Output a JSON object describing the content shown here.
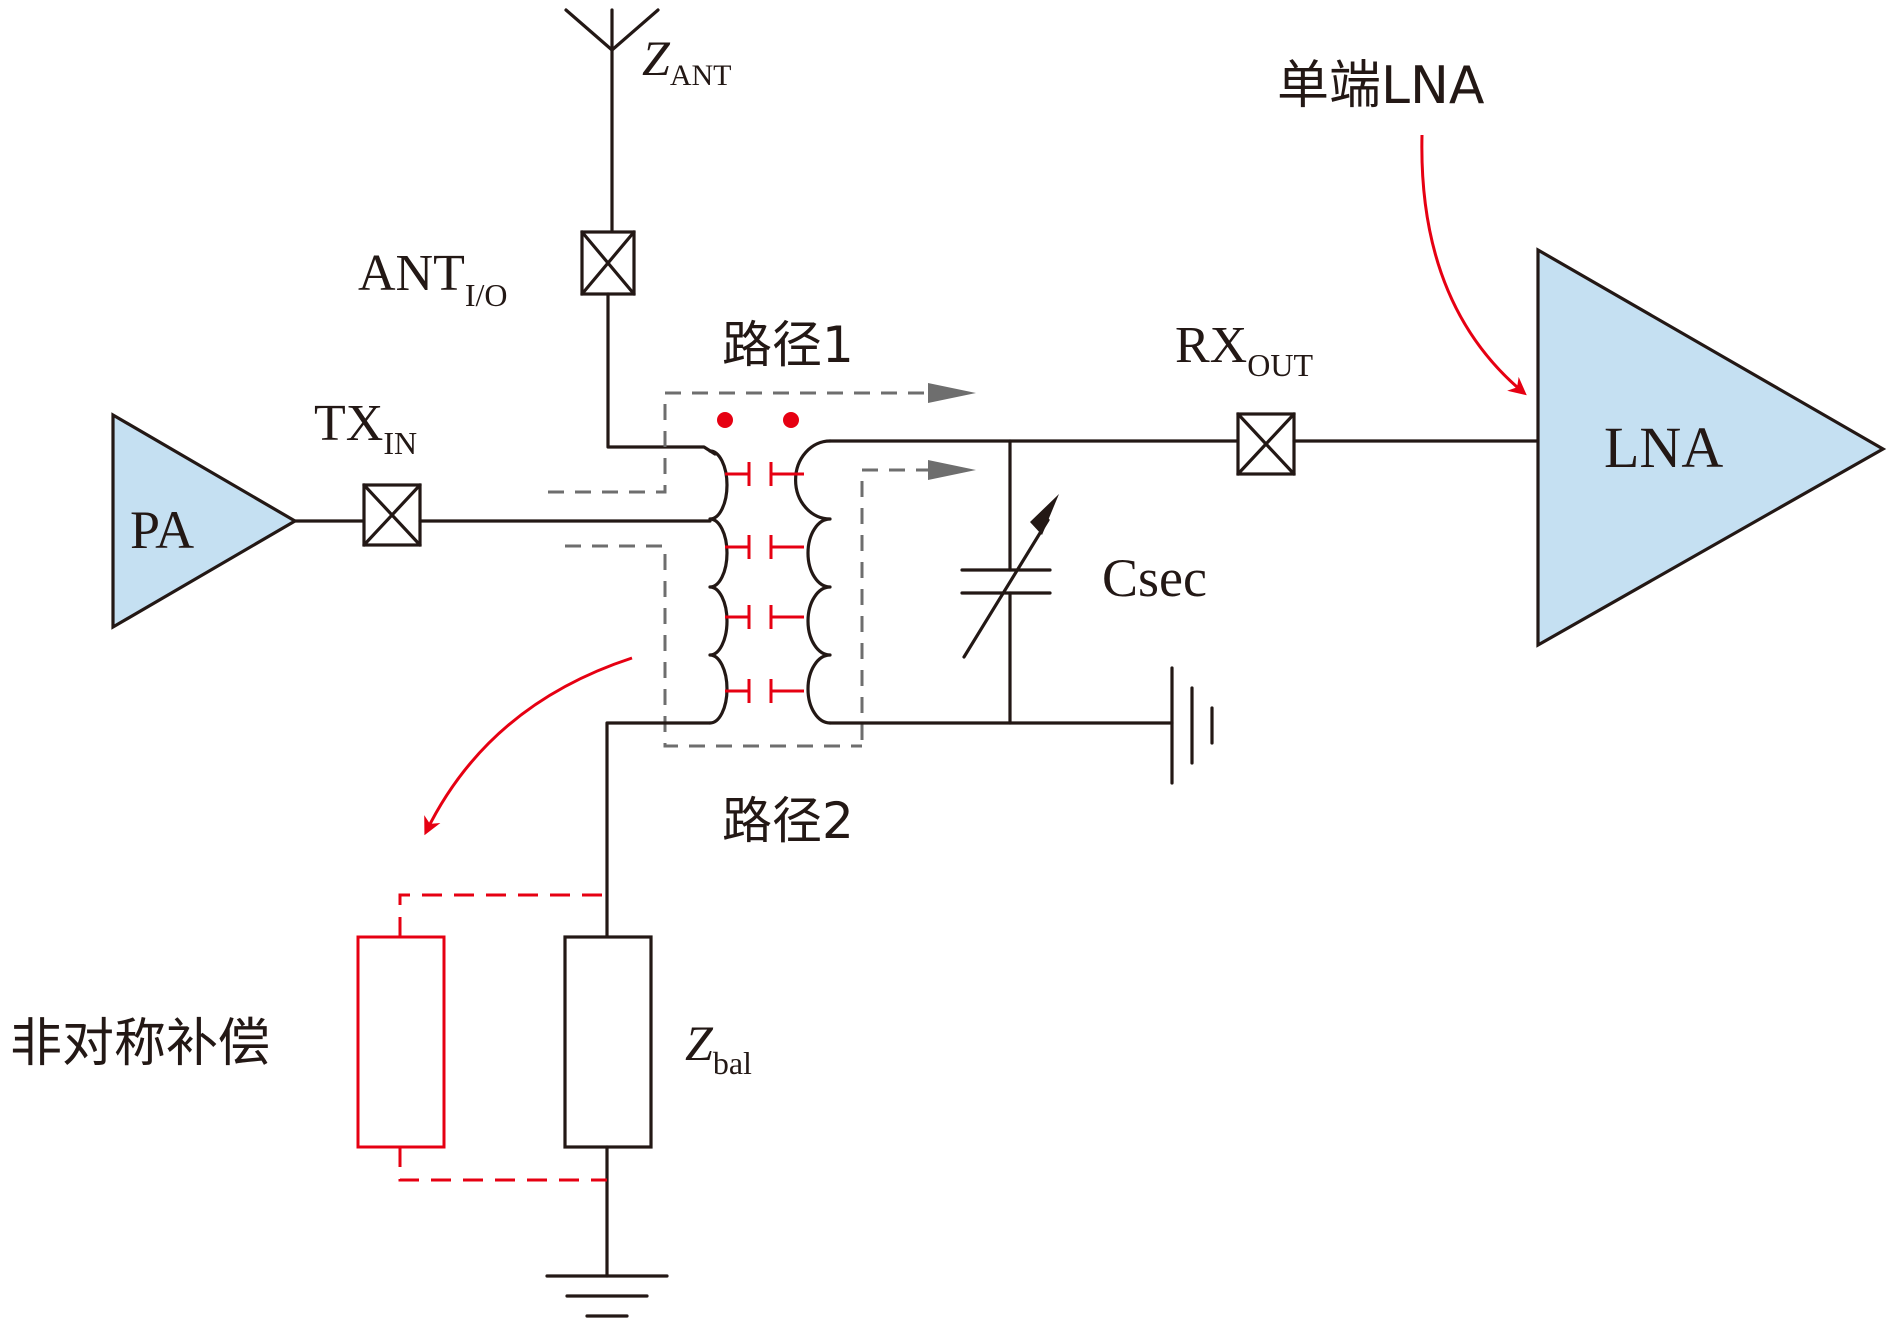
{
  "colors": {
    "wire": "#231815",
    "amp_fill": "#c5e0f2",
    "highlight": "#e60012",
    "path_dash": "#6e6e6e"
  },
  "labels": {
    "z_ant_main": "Z",
    "z_ant_sub": "ANT",
    "ant_io_main": "ANT",
    "ant_io_sub": "I/O",
    "tx_in_main": "TX",
    "tx_in_sub": "IN",
    "rx_out_main": "RX",
    "rx_out_sub": "OUT",
    "path1": "路径1",
    "path2": "路径2",
    "csec": "Csec",
    "single_lna": "单端LNA",
    "pa": "PA",
    "lna": "LNA",
    "asym_comp": "非对称补偿",
    "z_bal_main": "Z",
    "z_bal_sub": "bal"
  },
  "icons": [
    "antenna-icon",
    "pad-icon",
    "ground-icon",
    "variable-capacitor-icon",
    "transformer-icon",
    "amplifier-icon",
    "resistor-icon",
    "arrow-icon"
  ]
}
